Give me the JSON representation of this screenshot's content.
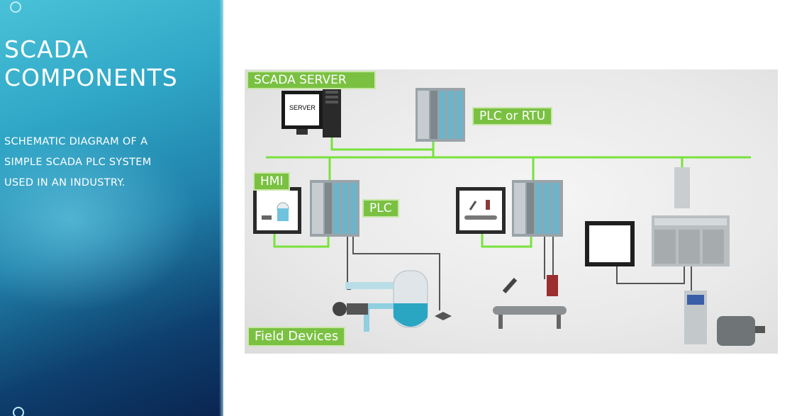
{
  "slide": {
    "title_line1": "SCADA",
    "title_line2": "COMPONENTS",
    "description": "SCHEMATIC DIAGRAM OF A SIMPLE SCADA PLC SYSTEM USED IN AN INDUSTRY."
  },
  "diagram": {
    "labels": {
      "scada_server": "SCADA SERVER",
      "server_screen": "SERVER",
      "plc_or_rtu": "PLC or RTU",
      "hmi": "HMI",
      "plc": "PLC",
      "field_devices": "Field Devices"
    },
    "colors": {
      "network": "#78e23c",
      "label_bg": "#7ac142",
      "wire": "#555555"
    }
  }
}
